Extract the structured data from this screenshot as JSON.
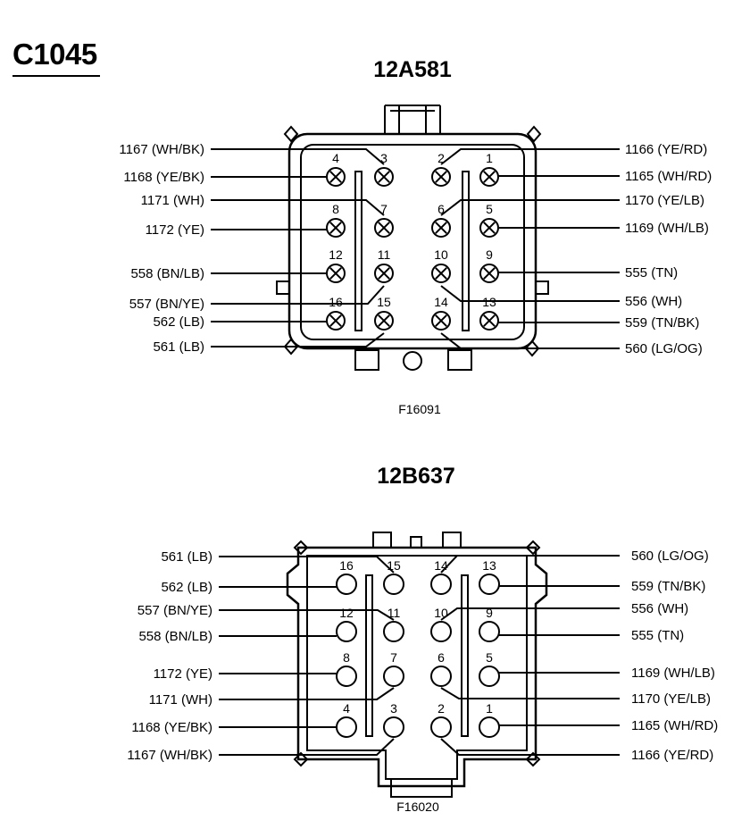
{
  "page_title": "C1045",
  "connectors": [
    {
      "name": "12A581",
      "figure": "F16091",
      "pin_style": "crossed-circle",
      "left_wires": [
        {
          "pin": "4",
          "label": "1168 (YE/BK)"
        },
        {
          "pin": "3",
          "label": "1167 (WH/BK)"
        },
        {
          "pin": "7",
          "label": "1171 (WH)"
        },
        {
          "pin": "8",
          "label": "1172 (YE)"
        },
        {
          "pin": "12",
          "label": "558 (BN/LB)"
        },
        {
          "pin": "11",
          "label": "557 (BN/YE)"
        },
        {
          "pin": "16",
          "label": "562 (LB)"
        },
        {
          "pin": "15",
          "label": "561 (LB)"
        }
      ],
      "right_wires": [
        {
          "pin": "2",
          "label": "1166 (YE/RD)"
        },
        {
          "pin": "1",
          "label": "1165 (WH/RD)"
        },
        {
          "pin": "6",
          "label": "1170 (YE/LB)"
        },
        {
          "pin": "5",
          "label": "1169 (WH/LB)"
        },
        {
          "pin": "9",
          "label": "555 (TN)"
        },
        {
          "pin": "10",
          "label": "556 (WH)"
        },
        {
          "pin": "13",
          "label": "559 (TN/BK)"
        },
        {
          "pin": "14",
          "label": "560 (LG/OG)"
        }
      ]
    },
    {
      "name": "12B637",
      "figure": "F16020",
      "pin_style": "open-circle",
      "left_wires": [
        {
          "pin": "15",
          "label": "561 (LB)"
        },
        {
          "pin": "16",
          "label": "562 (LB)"
        },
        {
          "pin": "11",
          "label": "557 (BN/YE)"
        },
        {
          "pin": "12",
          "label": "558 (BN/LB)"
        },
        {
          "pin": "8",
          "label": "1172 (YE)"
        },
        {
          "pin": "7",
          "label": "1171 (WH)"
        },
        {
          "pin": "4",
          "label": "1168 (YE/BK)"
        },
        {
          "pin": "3",
          "label": "1167 (WH/BK)"
        }
      ],
      "right_wires": [
        {
          "pin": "14",
          "label": "560 (LG/OG)"
        },
        {
          "pin": "13",
          "label": "559 (TN/BK)"
        },
        {
          "pin": "10",
          "label": "556 (WH)"
        },
        {
          "pin": "9",
          "label": "555 (TN)"
        },
        {
          "pin": "5",
          "label": "1169 (WH/LB)"
        },
        {
          "pin": "6",
          "label": "1170 (YE/LB)"
        },
        {
          "pin": "1",
          "label": "1165 (WH/RD)"
        },
        {
          "pin": "2",
          "label": "1166 (YE/RD)"
        }
      ]
    }
  ]
}
